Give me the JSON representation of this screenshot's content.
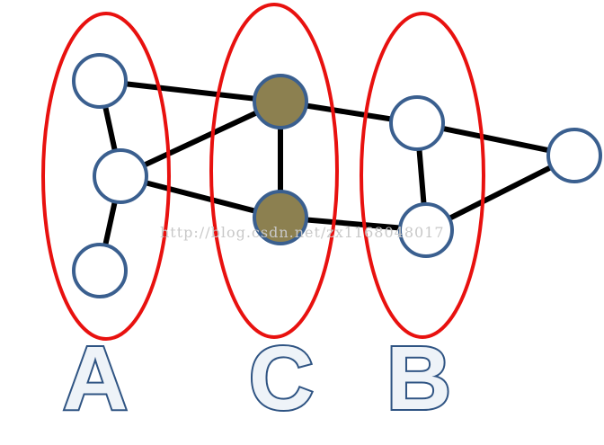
{
  "colors": {
    "group_outline": "#e8110f",
    "edge": "#000000",
    "node_fill": "#ffffff",
    "node_fill_highlight": "#8c8050",
    "node_outline": "#3a5f8f",
    "label_fill": "#eef3f8",
    "label_outline": "#2f5483"
  },
  "groups": [
    {
      "id": "A",
      "label": "A"
    },
    {
      "id": "C",
      "label": "C"
    },
    {
      "id": "B",
      "label": "B"
    }
  ],
  "nodes": [
    {
      "id": "a1",
      "group": "A",
      "highlighted": false
    },
    {
      "id": "a2",
      "group": "A",
      "highlighted": false
    },
    {
      "id": "a3",
      "group": "A",
      "highlighted": false
    },
    {
      "id": "c1",
      "group": "C",
      "highlighted": true
    },
    {
      "id": "c2",
      "group": "C",
      "highlighted": true
    },
    {
      "id": "b1",
      "group": "B",
      "highlighted": false
    },
    {
      "id": "b2",
      "group": "B",
      "highlighted": false
    },
    {
      "id": "d1",
      "group": "",
      "highlighted": false
    }
  ],
  "edges": [
    [
      "a1",
      "a2"
    ],
    [
      "a2",
      "a3"
    ],
    [
      "a1",
      "c1"
    ],
    [
      "a2",
      "c1"
    ],
    [
      "a2",
      "c2"
    ],
    [
      "c1",
      "c2"
    ],
    [
      "c1",
      "b1"
    ],
    [
      "c2",
      "b2"
    ],
    [
      "b1",
      "b2"
    ],
    [
      "b1",
      "d1"
    ],
    [
      "b2",
      "d1"
    ]
  ],
  "watermark": "http://blog.csdn.net/zx1168048017"
}
